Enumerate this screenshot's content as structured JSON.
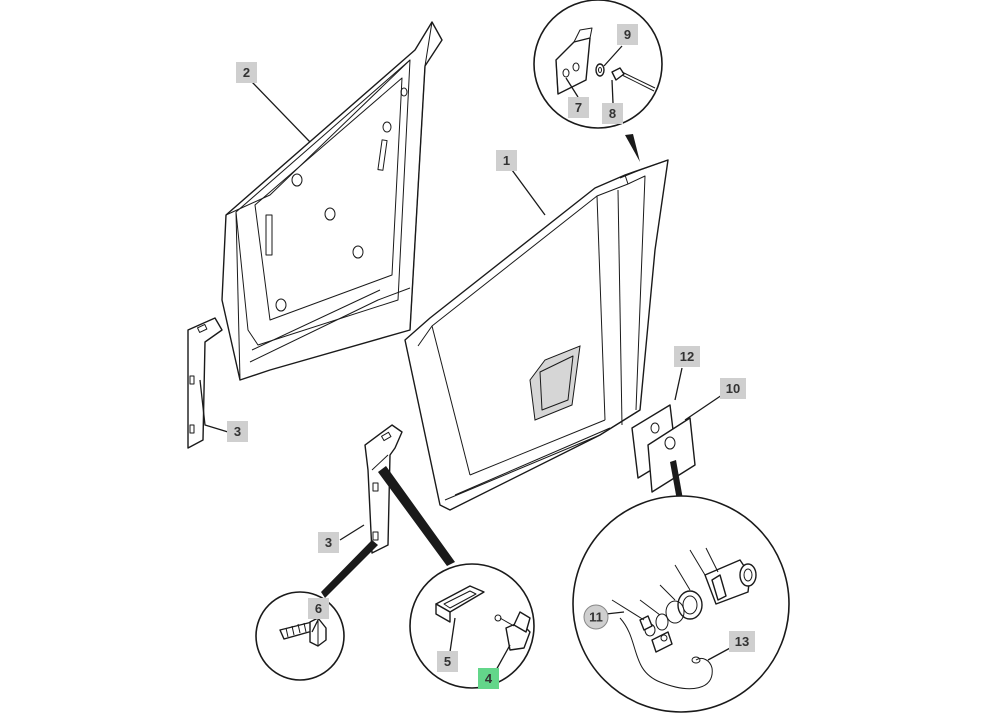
{
  "callouts": {
    "c1": "1",
    "c2": "2",
    "c3a": "3",
    "c3b": "3",
    "c4": "4",
    "c5": "5",
    "c6": "6",
    "c7": "7",
    "c8": "8",
    "c9": "9",
    "c10": "10",
    "c11": "11",
    "c12": "12",
    "c13": "13"
  },
  "highlight_color": "#63d68a",
  "label_color": "#cfcfcf"
}
